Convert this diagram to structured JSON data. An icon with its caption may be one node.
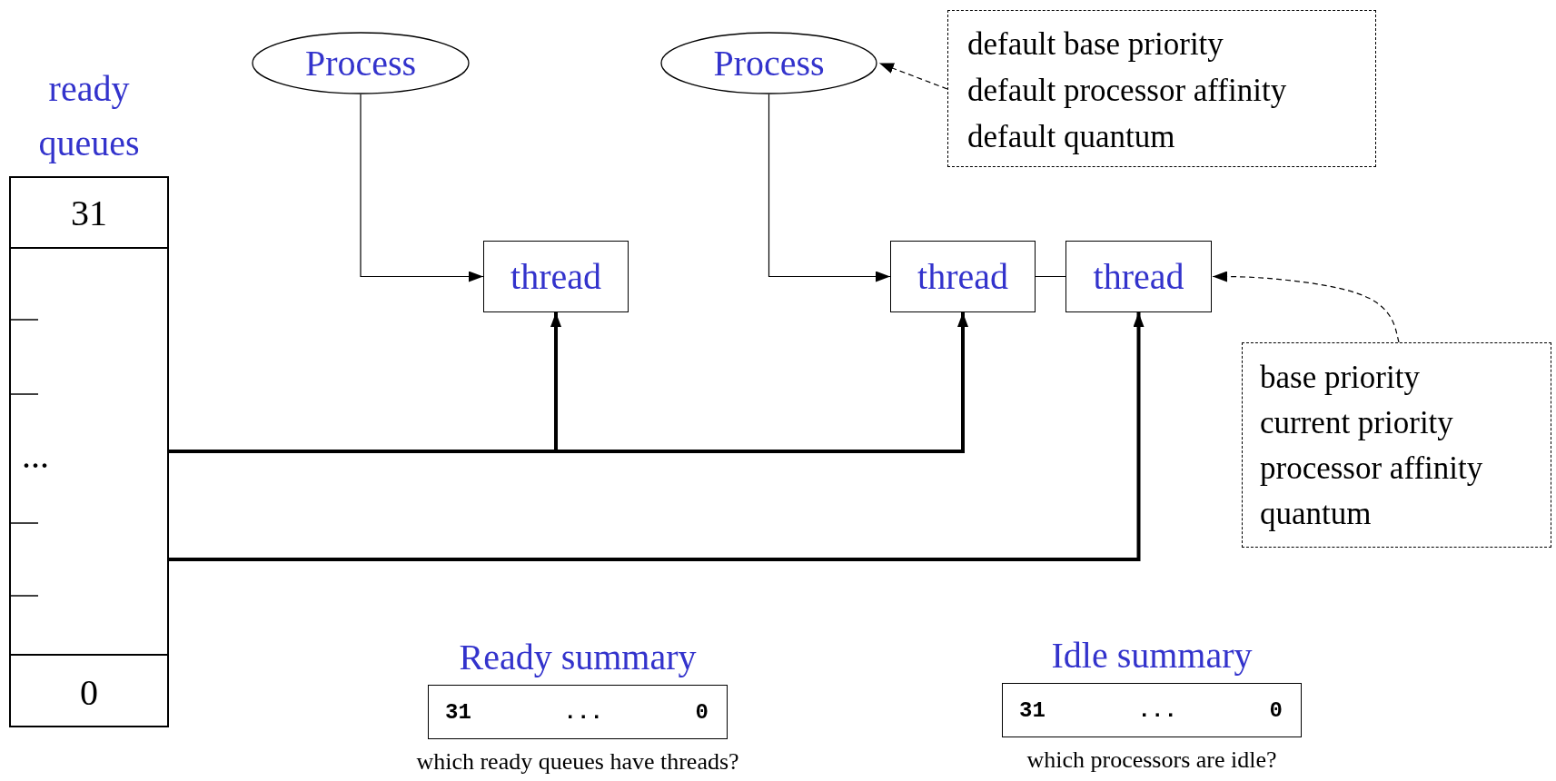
{
  "diagram": {
    "nodes": [
      {
        "text": [
          "ready queues",
          "31",
          "...",
          "0"
        ]
      },
      {
        "text": [
          "Process"
        ]
      },
      {
        "text": [
          "Process"
        ]
      },
      {
        "text": [
          "default base priority",
          "default processor affinity",
          "default quantum"
        ]
      },
      {
        "text": [
          "thread"
        ]
      },
      {
        "text": [
          "thread"
        ]
      },
      {
        "text": [
          "thread"
        ]
      },
      {
        "text": [
          "base priority",
          "current priority",
          "processor affinity",
          "quantum"
        ]
      },
      {
        "text": [
          "Ready summary",
          "31",
          "...",
          "0"
        ],
        "beside": [
          "which ready queues have threads?"
        ]
      },
      {
        "text": [
          "Idle summary",
          "31",
          "...",
          "0"
        ],
        "beside": [
          "which processors are idle?"
        ]
      }
    ],
    "edges": [
      {
        "from": 1,
        "to": 4,
        "arrow": "to"
      },
      {
        "from": 2,
        "to": 5,
        "arrow": "to"
      },
      {
        "from": 5,
        "to": 6,
        "arrow": "none"
      },
      {
        "from": 3,
        "to": 2,
        "arrow": "to",
        "style": "dashed"
      },
      {
        "from": 7,
        "to": 6,
        "arrow": "to",
        "style": "dashed"
      },
      {
        "from": 0,
        "to": 4,
        "arrow": "to",
        "style": "thick"
      },
      {
        "from": 0,
        "to": 5,
        "arrow": "to",
        "style": "thick"
      },
      {
        "from": 0,
        "to": 6,
        "arrow": "to",
        "style": "thick"
      }
    ]
  }
}
